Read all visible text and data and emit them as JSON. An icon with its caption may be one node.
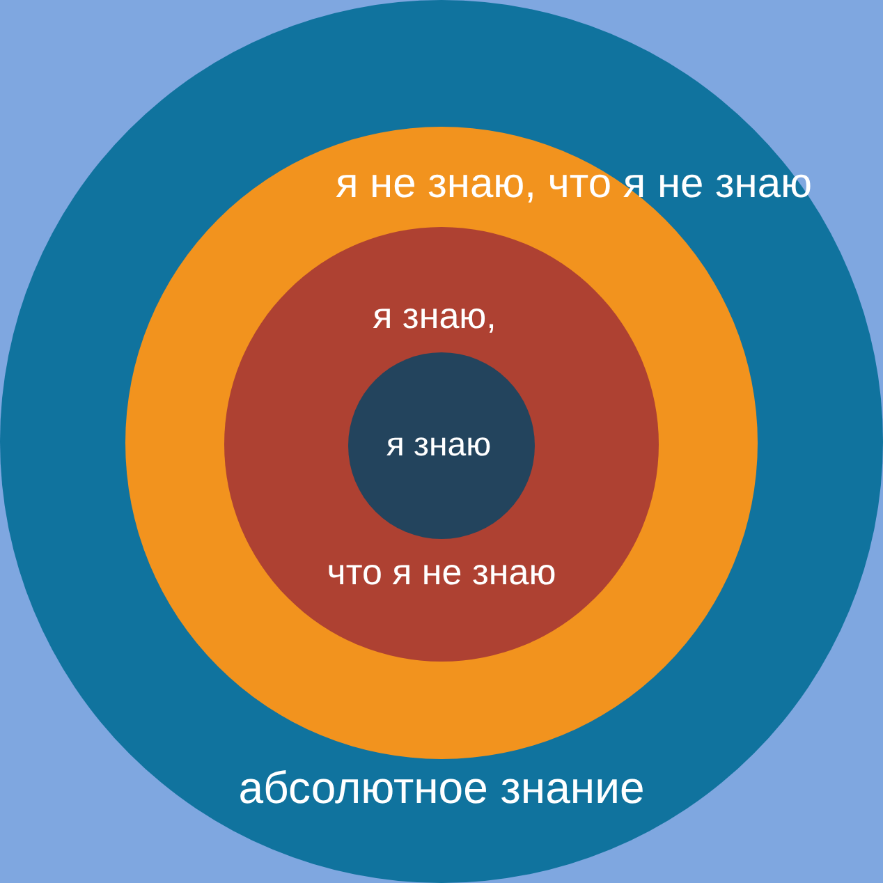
{
  "diagram": {
    "nodes": [
      {
        "text": [
          "абсолютное знание"
        ]
      },
      {
        "text": [
          "я не знаю, что я не знаю"
        ],
        "in": 0
      },
      {
        "text": [
          "я знаю,",
          "что я не знаю"
        ],
        "in": 1
      },
      {
        "text": [
          "я знаю"
        ],
        "in": 2
      }
    ]
  }
}
